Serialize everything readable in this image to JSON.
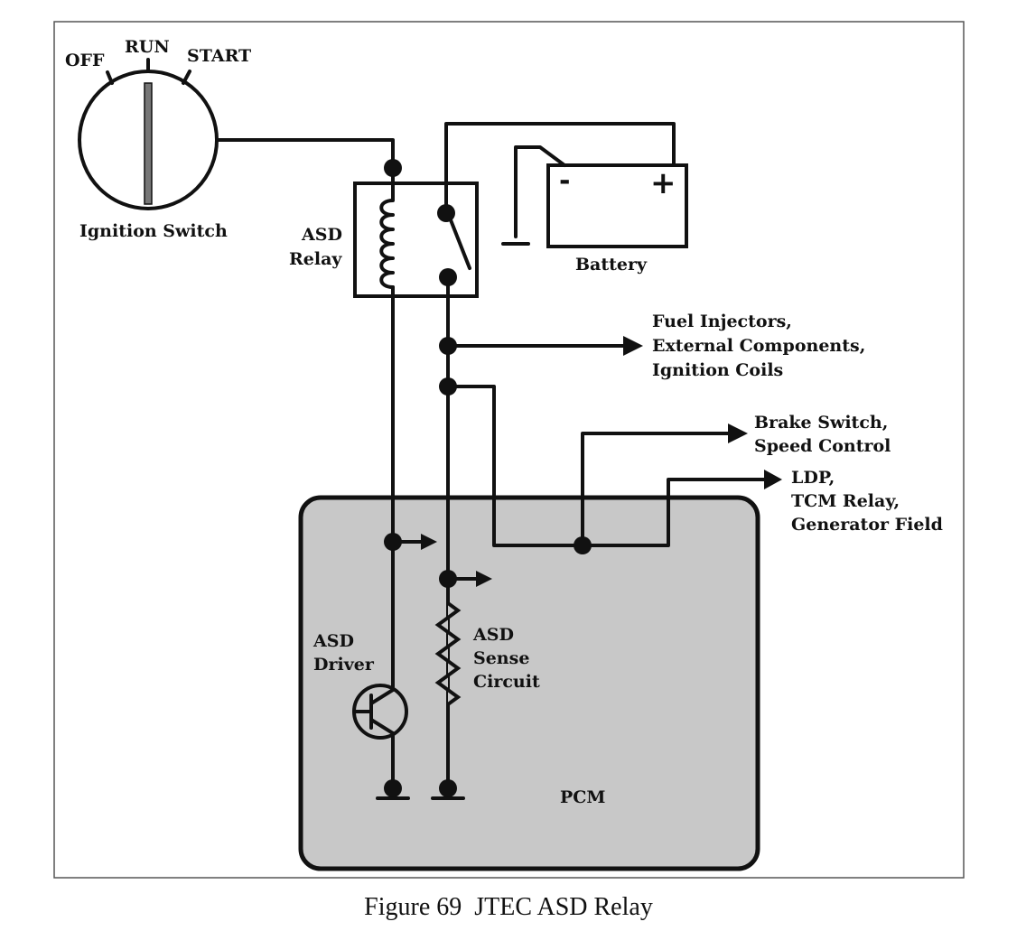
{
  "ignition_switch": {
    "label": "Ignition Switch",
    "positions": [
      "OFF",
      "RUN",
      "START"
    ]
  },
  "relay": {
    "label_line1": "ASD",
    "label_line2": "Relay"
  },
  "battery": {
    "label": "Battery",
    "minus": "-",
    "plus": "+"
  },
  "outputs": {
    "relay_out": [
      "Fuel Injectors,",
      "External Components,",
      "Ignition Coils"
    ],
    "brake": [
      "Brake Switch,",
      "Speed Control"
    ],
    "ldp": [
      "LDP,",
      "TCM Relay,",
      "Generator Field"
    ]
  },
  "pcm": {
    "label": "PCM",
    "driver": [
      "ASD",
      "Driver"
    ],
    "sense": [
      "ASD",
      "Sense",
      "Circuit"
    ]
  },
  "caption": "Figure 69  JTEC ASD Relay",
  "colors": {
    "pcm_fill": "#c8c8c8",
    "line": "#111111",
    "frame": "#555555"
  }
}
